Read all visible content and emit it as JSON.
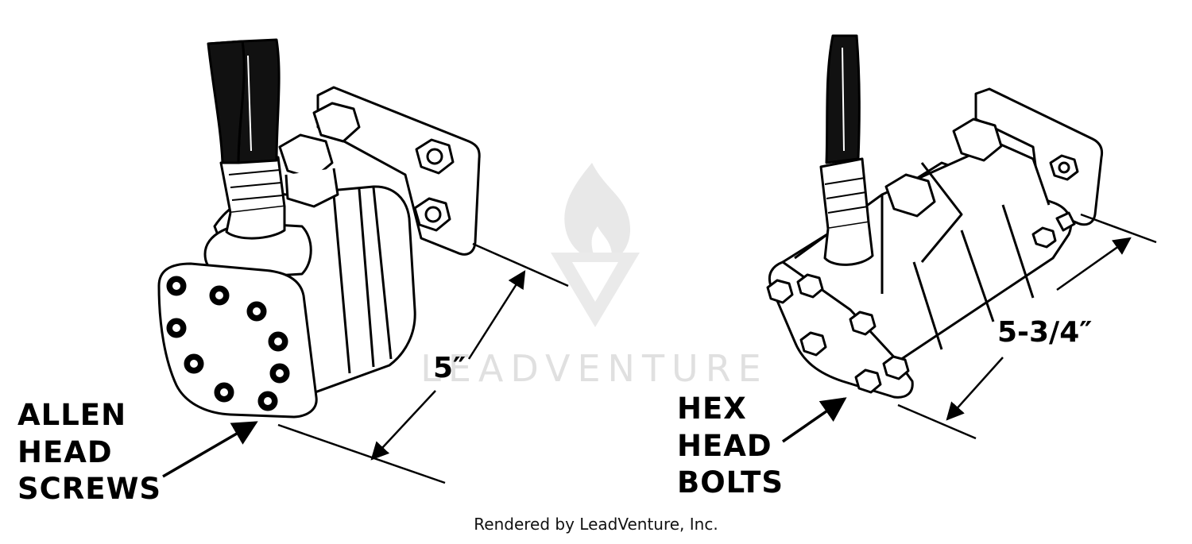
{
  "left_motor": {
    "callout_lines": [
      "ALLEN",
      "HEAD",
      "SCREWS"
    ],
    "dimension": "5″"
  },
  "right_motor": {
    "callout_lines": [
      "HEX",
      "HEAD",
      "BOLTS"
    ],
    "dimension": "5-3/4″"
  },
  "watermark": "LEADVENTURE",
  "footer": "Rendered by LeadVenture, Inc.",
  "colors": {
    "ink": "#000000",
    "paper": "#ffffff",
    "watermark": "#dddddd"
  }
}
